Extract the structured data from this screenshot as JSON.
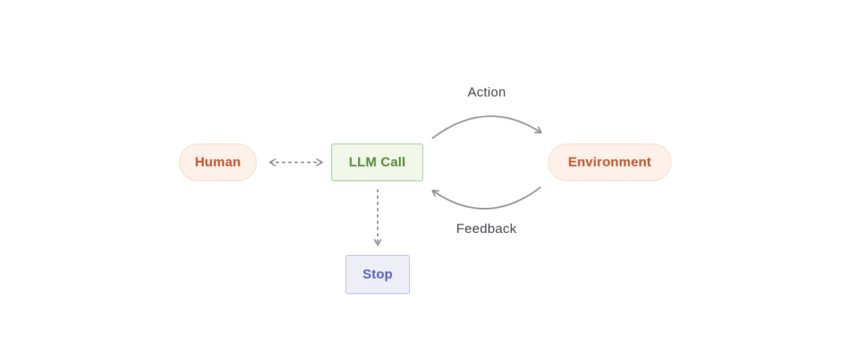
{
  "nodes": {
    "human": {
      "label": "Human"
    },
    "llm_call": {
      "label": "LLM Call"
    },
    "environment": {
      "label": "Environment"
    },
    "stop": {
      "label": "Stop"
    }
  },
  "edge_labels": {
    "action": "Action",
    "feedback": "Feedback"
  },
  "colors": {
    "canvas_bg": "#ffffff",
    "pill_bg": "#fdf1ea",
    "pill_border": "#f5d9c9",
    "pill_text": "#c0512a",
    "green_bg": "#f1f8ea",
    "green_border": "#a0c489",
    "green_text": "#56893a",
    "purple_bg": "#eeeef9",
    "purple_border": "#b9bae1",
    "purple_text": "#585dbb",
    "arrow_gray": "#909090",
    "label_text": "#3f4045"
  }
}
